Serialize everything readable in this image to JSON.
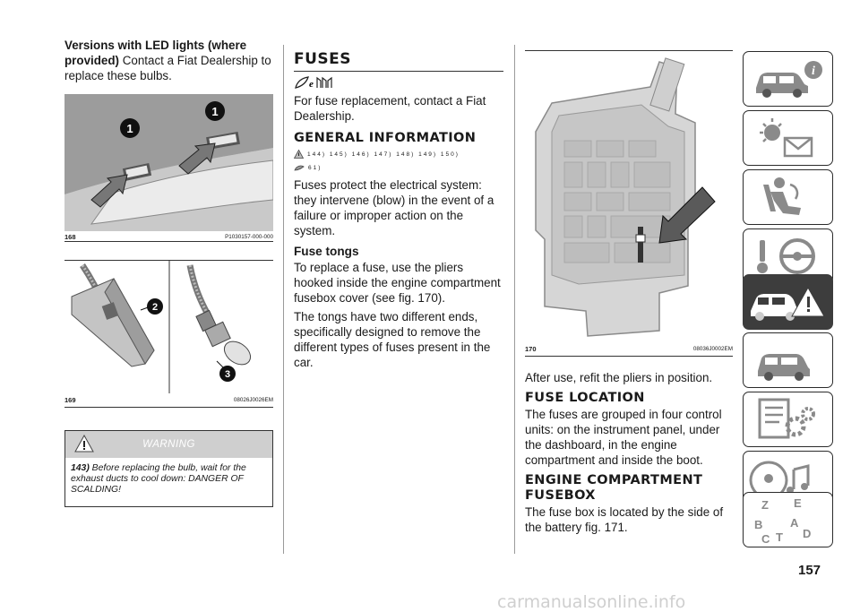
{
  "col1": {
    "intro_bold": "Versions with LED lights (where provided)",
    "intro_text": " Contact a Fiat Dealership to replace these bulbs.",
    "fig168": {
      "number": "168",
      "code": "P1030157-000-000",
      "callout_a": "1",
      "callout_b": "1"
    },
    "fig169": {
      "number": "169",
      "code": "08026J0026EM",
      "callout_a": "2",
      "callout_b": "3"
    },
    "warning": {
      "title": "WARNING",
      "ref": "143)",
      "text": " Before replacing the bulb, wait for the exhaust ducts to cool down: DANGER OF SCALDING!"
    }
  },
  "col2": {
    "title_fuses": "FUSES",
    "fuses_text": "For fuse replacement, contact a Fiat Dealership.",
    "title_general": "GENERAL INFORMATION",
    "refs_line1": "144) 145) 146) 147) 148) 149) 150)",
    "refs_line2": "61)",
    "general_text": "Fuses protect the electrical system: they intervene (blow) in the event of a failure or improper action on the system.",
    "title_tongs": "Fuse tongs",
    "tongs_text1": "To replace a fuse, use the pliers hooked inside the engine compartment fusebox cover (see fig. 170).",
    "tongs_text2": "The tongs have two different ends, specifically designed to remove the different types of fuses present in the car."
  },
  "col3": {
    "fig170": {
      "number": "170",
      "code": "08036J0002EM"
    },
    "after_use": "After use, refit the pliers in position.",
    "title_location": "FUSE LOCATION",
    "location_text": "The fuses are grouped in four control units: on the instrument panel, under the dashboard, in the engine compartment and inside the boot.",
    "title_engine": "ENGINE COMPARTMENT FUSEBOX",
    "engine_text": "The fuse box is located by the side of the battery fig. 171."
  },
  "sidebar": {
    "tabs": [
      {
        "icon": "car-info-icon",
        "active": false
      },
      {
        "icon": "lights-message-icon",
        "active": false
      },
      {
        "icon": "seat-airbag-icon",
        "active": false
      },
      {
        "icon": "key-steering-wheel-icon",
        "active": false
      },
      {
        "icon": "car-emergency-icon",
        "active": true
      },
      {
        "icon": "car-service-icon",
        "active": false
      },
      {
        "icon": "document-gears-icon",
        "active": false
      },
      {
        "icon": "multimedia-icon",
        "active": false
      },
      {
        "icon": "index-letters-icon",
        "active": false
      }
    ],
    "index_letters": [
      "Z",
      "E",
      "B",
      "A",
      "C",
      "T",
      "D"
    ]
  },
  "page_number": "157",
  "watermark": "carmanualsonline.info"
}
